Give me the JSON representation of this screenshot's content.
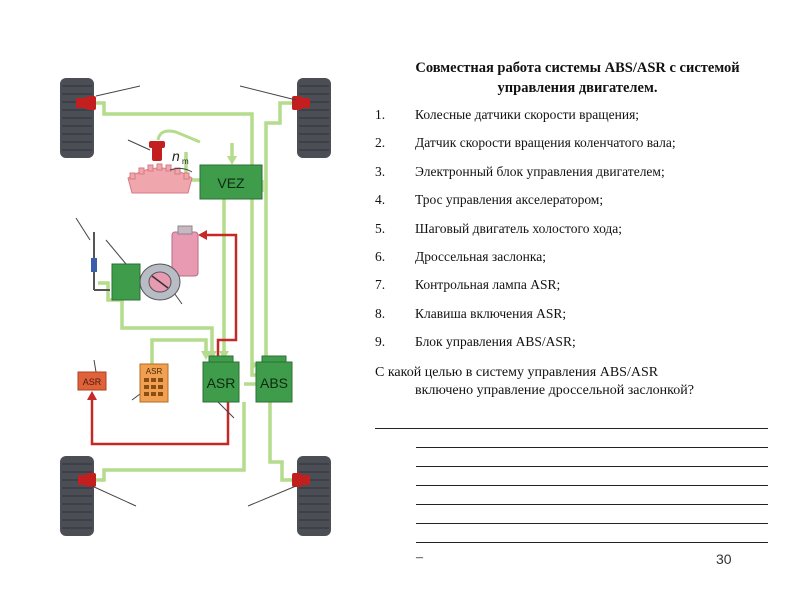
{
  "diagram": {
    "labels": {
      "vez": "VEZ",
      "asr_unit": "ASR",
      "abs_unit": "ABS",
      "asr_lamp": "ASR",
      "asr_switch": "ASR",
      "sensor_symbol_n": "n",
      "sensor_symbol_m": "m"
    },
    "colors": {
      "green_line": "#b4dc8c",
      "green_unit": "#3e9c4a",
      "red_line": "#c62828",
      "wheel": "#4b4f55",
      "sensor": "#c41f1f",
      "gear": "#f0a6ad",
      "actuator_pink": "#e89ab2",
      "lamp": "#e0623a",
      "switch": "#f0a050"
    }
  },
  "text": {
    "title_line1": "Совместная работа системы ABS/ASR с системой",
    "title_line2": "управления двигателем.",
    "items": [
      {
        "num": "1.",
        "label": "Колесные датчики скорости вращения;"
      },
      {
        "num": "2.",
        "label": "Датчик скорости вращения коленчатого вала;"
      },
      {
        "num": "3.",
        "label": "Электронный блок управления двигателем;"
      },
      {
        "num": "4.",
        "label": "Трос управления акселератором;"
      },
      {
        "num": "5.",
        "label": "Шаговый двигатель холостого хода;"
      },
      {
        "num": "6.",
        "label": "Дроссельная заслонка;"
      },
      {
        "num": "7.",
        "label": "Контрольная лампа ASR;"
      },
      {
        "num": "8.",
        "label": "Клавиша включения ASR;"
      },
      {
        "num": "9.",
        "label": "Блок управления ABS/ASR;"
      }
    ],
    "question_line1": "С какой целью в систему управления ABS/ASR",
    "question_line2": "включено управление дроссельной заслонкой?",
    "dash": "–",
    "page_number": "30"
  }
}
